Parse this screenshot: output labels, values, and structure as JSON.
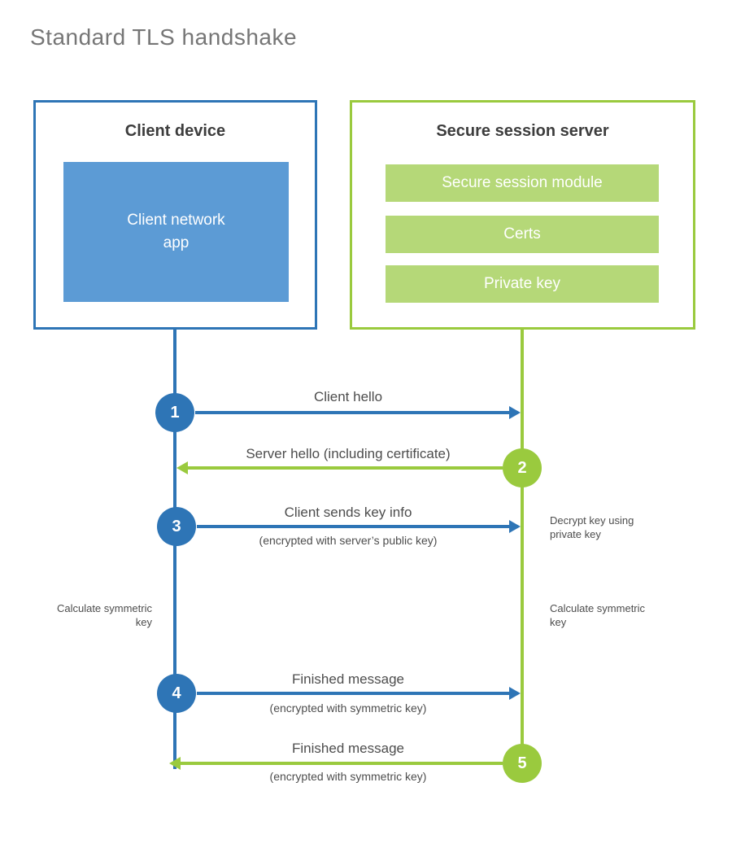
{
  "title": "Standard TLS handshake",
  "colors": {
    "blue": "#2E75B6",
    "blue_fill": "#5C9BD5",
    "green": "#9ACA3E",
    "green_fill": "#B5D878"
  },
  "client": {
    "title": "Client device",
    "app_label": "Client network\napp"
  },
  "server": {
    "title": "Secure session server",
    "modules": [
      {
        "label": "Secure session module"
      },
      {
        "label": "Certs"
      },
      {
        "label": "Private key"
      }
    ]
  },
  "messages": [
    {
      "step": "1",
      "label": "Client hello",
      "sub": "",
      "direction": "right",
      "color": "blue"
    },
    {
      "step": "2",
      "label": "Server hello (including certificate)",
      "sub": "",
      "direction": "left",
      "color": "green"
    },
    {
      "step": "3",
      "label": "Client sends key info",
      "sub": "(encrypted with server’s public key)",
      "direction": "right",
      "color": "blue"
    },
    {
      "step": "4",
      "label": "Finished message",
      "sub": "(encrypted with symmetric key)",
      "direction": "right",
      "color": "blue"
    },
    {
      "step": "5",
      "label": "Finished message",
      "sub": "(encrypted with symmetric key)",
      "direction": "left",
      "color": "green"
    }
  ],
  "side_notes": [
    {
      "text": "Decrypt key using private key",
      "side": "right"
    },
    {
      "text": "Calculate symmetric key",
      "side": "left"
    },
    {
      "text": "Calculate symmetric key",
      "side": "right"
    }
  ]
}
